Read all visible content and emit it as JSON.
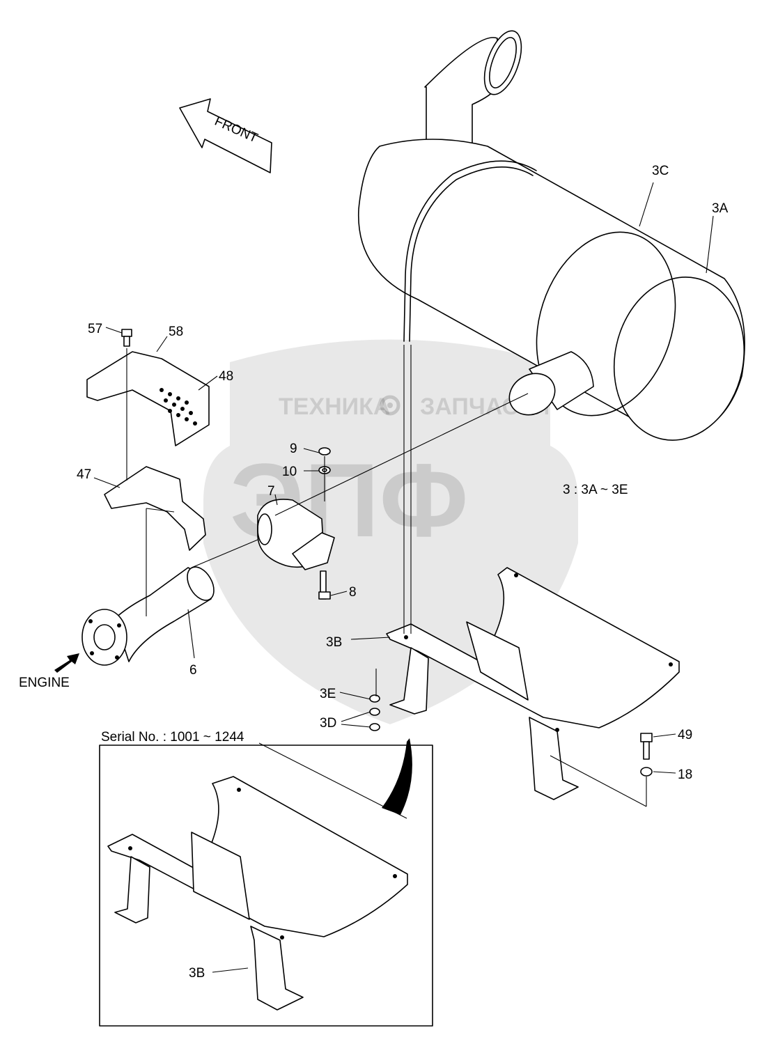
{
  "watermark": {
    "line1_left": "ТЕХНИКА",
    "line1_right": "ЗАПЧАСТИ",
    "logo": "ЭПФ",
    "icon": "gear-icon"
  },
  "direction_arrow": {
    "label": "FRONT",
    "icon": "arrow-left-icon"
  },
  "engine_arrow": {
    "label": "ENGINE",
    "icon": "arrow-right-icon"
  },
  "assembly_note": "3 : 3A ~ 3E",
  "inset": {
    "title": "Serial No. : 1001 ~ 1244",
    "part_label": "3B"
  },
  "callouts": {
    "c57": "57",
    "c58": "58",
    "c48": "48",
    "c47": "47",
    "c9": "9",
    "c10": "10",
    "c7": "7",
    "c8": "8",
    "c6": "6",
    "c3c": "3C",
    "c3a": "3A",
    "c3b": "3B",
    "c3e": "3E",
    "c3d": "3D",
    "c49": "49",
    "c18": "18"
  }
}
